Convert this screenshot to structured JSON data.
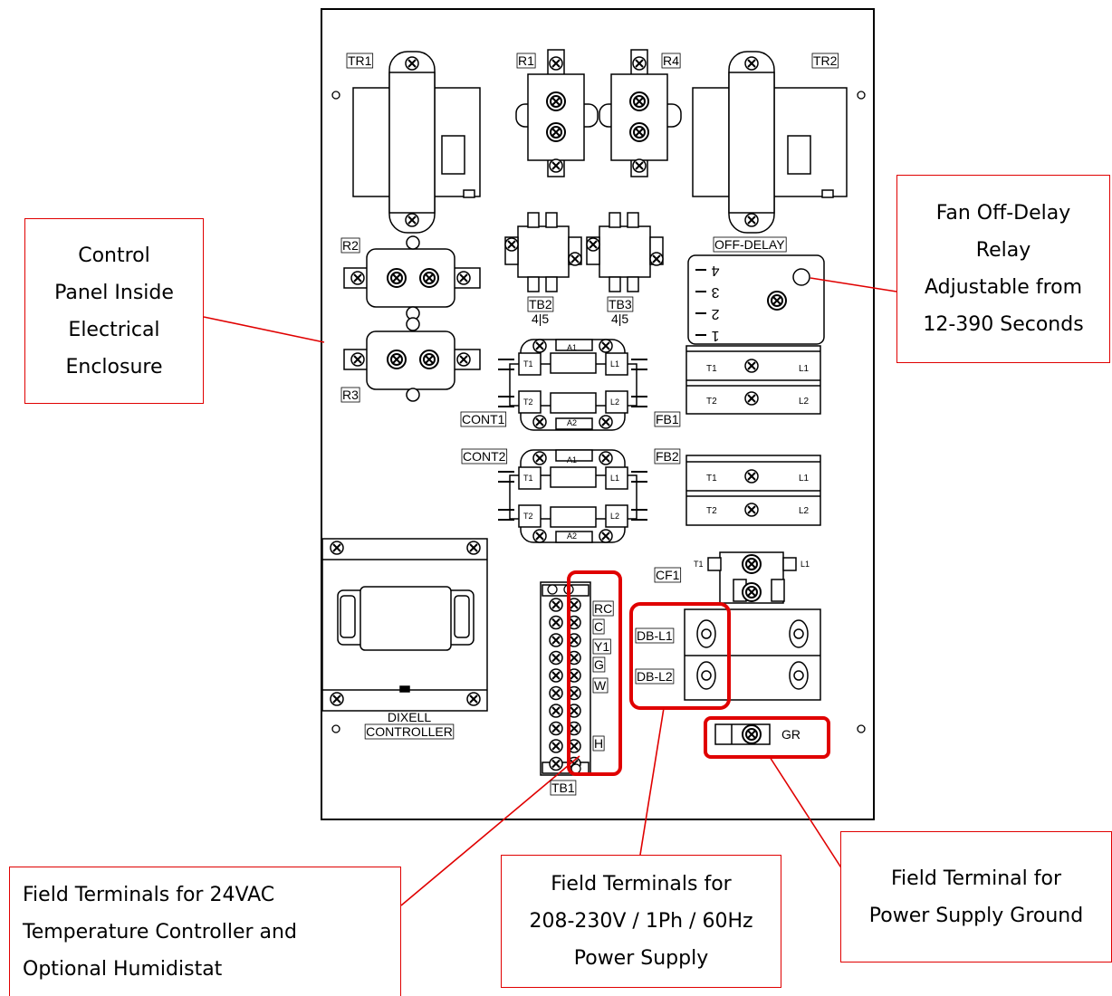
{
  "callouts": {
    "control_panel": [
      "Control",
      "Panel Inside",
      "Electrical",
      "Enclosure"
    ],
    "fan_relay": [
      "Fan Off-Delay",
      "Relay",
      "Adjustable from",
      "12-390 Seconds"
    ],
    "field_24vac": [
      "Field Terminals for 24VAC",
      "Temperature Controller and",
      "Optional Humidistat"
    ],
    "field_power": [
      "Field Terminals for",
      "208-230V / 1Ph / 60Hz",
      "Power Supply"
    ],
    "field_ground": [
      "Field Terminal for",
      "Power Supply Ground"
    ]
  },
  "labels": {
    "tr1": "TR1",
    "tr2": "TR2",
    "r1": "R1",
    "r4": "R4",
    "r2": "R2",
    "r3": "R3",
    "tb2": "TB2",
    "tb3": "TB3",
    "tb_pins": "4|5",
    "off_delay": "OFF-DELAY",
    "cont1": "CONT1",
    "cont2": "CONT2",
    "fb1": "FB1",
    "fb2": "FB2",
    "cf1": "CF1",
    "dixell_1": "DIXELL",
    "dixell_2": "CONTROLLER",
    "tb1": "TB1",
    "tb1_terms": [
      "RC",
      "C",
      "Y1",
      "G",
      "W",
      "H"
    ],
    "db_l1": "DB-L1",
    "db_l2": "DB-L2",
    "gr": "GR",
    "t1": "T1",
    "t2": "T2",
    "l1": "L1",
    "l2": "L2",
    "a1": "A1",
    "a2": "A2",
    "relay_pins": [
      "4",
      "3",
      "2",
      "1"
    ]
  },
  "colors": {
    "callout_border": "#e00000",
    "highlight": "#e00000",
    "line": "#000000"
  }
}
